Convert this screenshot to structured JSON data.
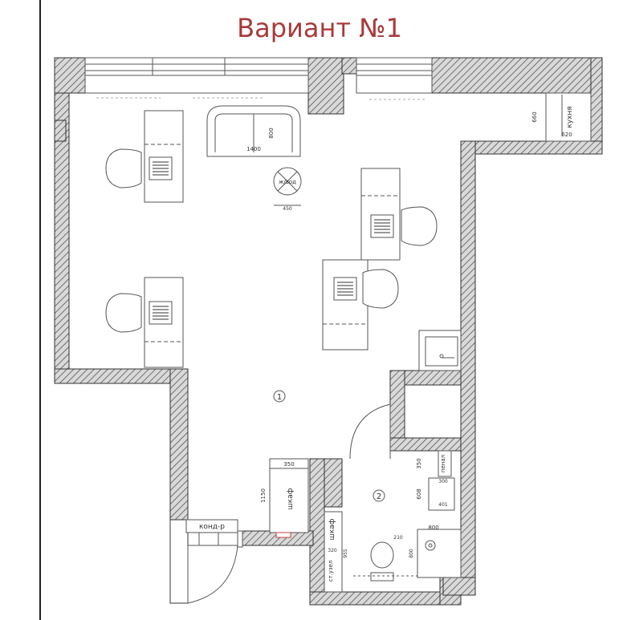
{
  "title": "Вариант №1",
  "rooms": {
    "main": "1",
    "bath": "2"
  },
  "labels": {
    "kitchen": "кухня",
    "floor_drain": "ж/вод",
    "ac_unit": "конд-р",
    "wardrobe_1": "шкаф",
    "wardrobe_2": "шкаф",
    "column_cabinet": "пенал",
    "riser": "ст.узел"
  },
  "dimensions": {
    "sofa_width": "1400",
    "sofa_depth": "800",
    "drain_size": "450",
    "kitchen_depth": "660",
    "kitchen_width": "620",
    "wardrobe_depth": "350",
    "wardrobe_length": "1150",
    "cabinet_top": "350",
    "cabinet_mid": "608",
    "cabinet_inner": "300",
    "cabinet_low": "401",
    "shower_width": "800",
    "shower_side": "210",
    "shower_depth": "800",
    "closet_len": "955",
    "closet_small": "320"
  },
  "colors": {
    "title": "#a83a3a",
    "wall": "#444444",
    "line": "#555555",
    "accent": "#c04040"
  }
}
